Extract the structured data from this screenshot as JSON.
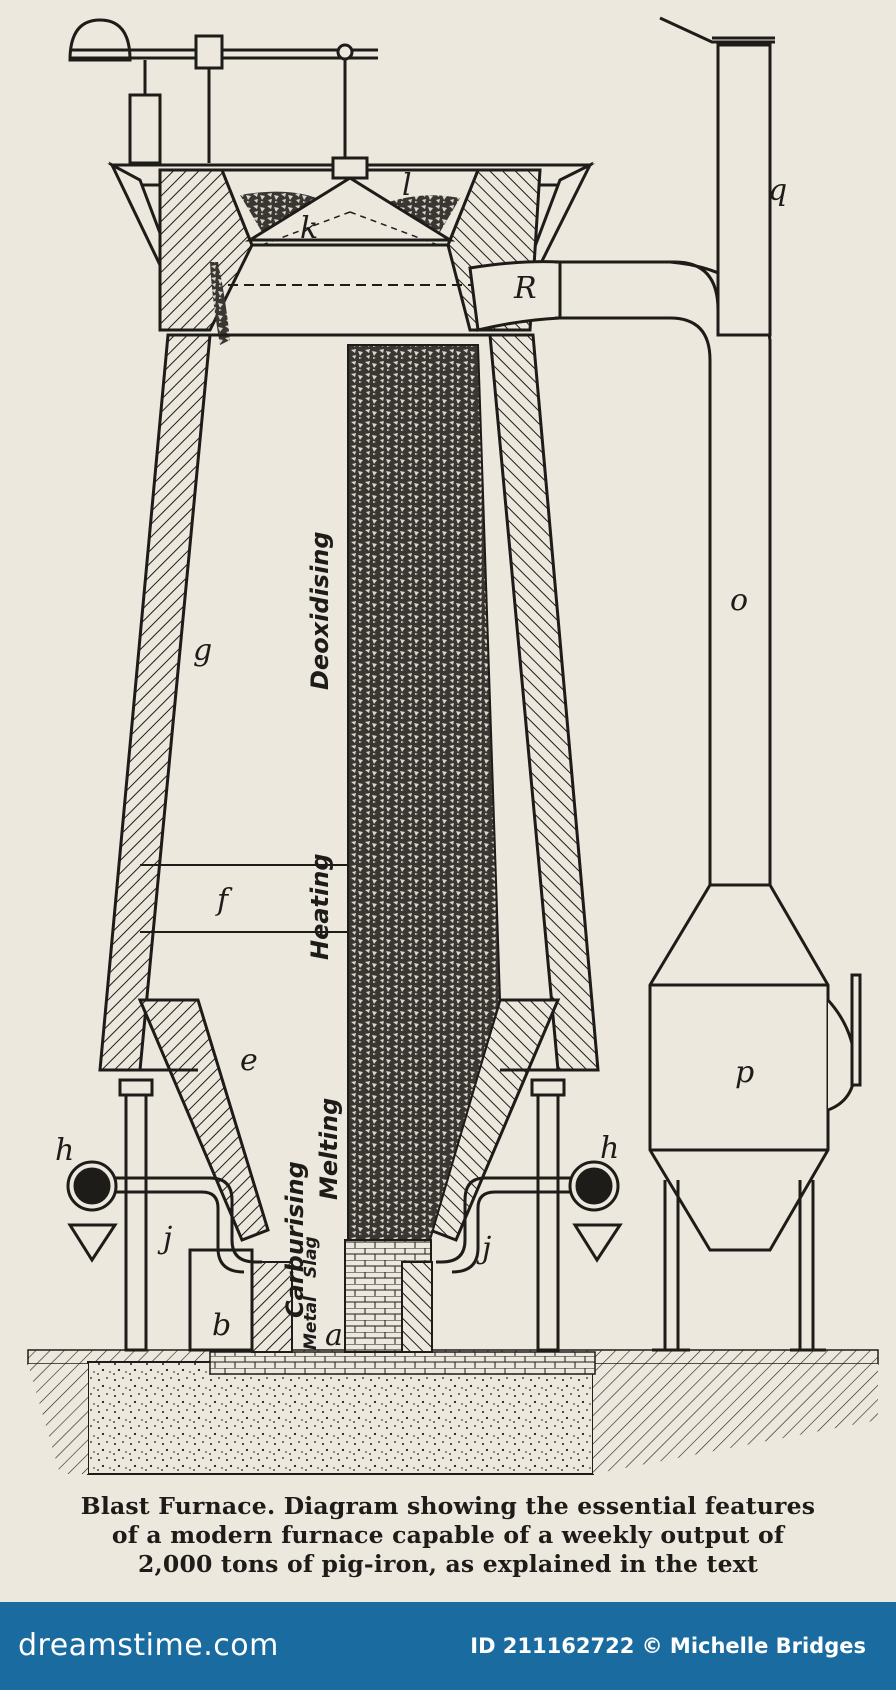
{
  "diagram": {
    "labels": {
      "k": "k",
      "l": "l",
      "R": "R",
      "q": "q",
      "o": "o",
      "g": "g",
      "f": "f",
      "e": "e",
      "h_left": "h",
      "h_right": "h",
      "j_left": "j",
      "j_right": "j",
      "b": "b",
      "p": "p",
      "a": "a"
    },
    "zones": {
      "deoxidising": "Deoxidising",
      "heating": "Heating",
      "melting": "Melting",
      "carburising": "Carburising",
      "slag": "Slag",
      "metal": "Metal"
    }
  },
  "caption": {
    "line1": "Blast Furnace. Diagram showing the essential features",
    "line2": "of a modern furnace capable of a weekly output of",
    "line3": "2,000 tons of pig-iron, as explained in the text"
  },
  "footer": {
    "brand": "dreamstime.com",
    "credit": "ID 211162722 © Michelle Bridges"
  },
  "colors": {
    "paper": "#ece8de",
    "ink": "#1e1c19",
    "footer_bar": "#1a6ca0"
  }
}
